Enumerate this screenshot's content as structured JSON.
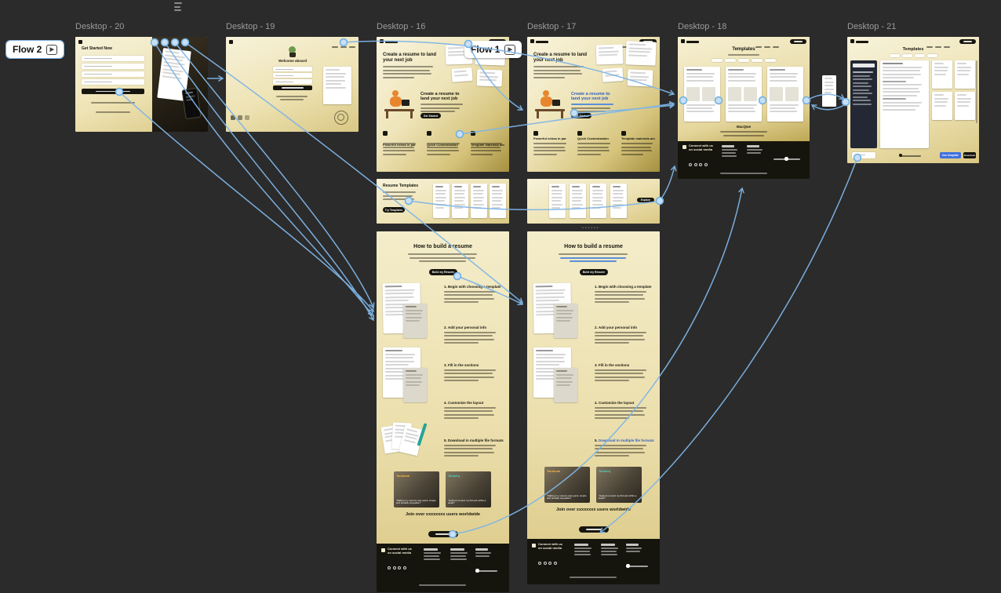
{
  "canvas": {
    "background": "#2b2b2b",
    "connector_color": "#7fb5e6"
  },
  "flow_badges": {
    "flow1": "Flow 1",
    "flow2": "Flow 2"
  },
  "frame_labels": {
    "d20": "Desktop - 20",
    "d19": "Desktop - 19",
    "d16": "Desktop - 16",
    "d17": "Desktop - 17",
    "d18": "Desktop - 18",
    "d21": "Desktop - 21"
  },
  "d20": {
    "title": "Get Started Now"
  },
  "d19": {
    "title": "Welcome aboard"
  },
  "site": {
    "hero_title": "Create a resume to land your next job",
    "hero_cta": "Get Started",
    "features": [
      {
        "title": "Powerful extras in par"
      },
      {
        "title": "Quick Customization"
      },
      {
        "title": "Template materials am"
      }
    ],
    "templates_title": "Resume Templates",
    "templates_cta": "Try Templates",
    "templates_cta2": "Explore",
    "how_title": "How to build a resume",
    "how_cta": "Build my Resume",
    "steps": [
      {
        "num": "1.",
        "title": "Begin with choosing a template"
      },
      {
        "num": "2.",
        "title": "Add your personal info"
      },
      {
        "num": "3.",
        "title": "Fill in the sections"
      },
      {
        "num": "4.",
        "title": "Customize the layout"
      },
      {
        "num": "5.",
        "title": "Download in multiple file formats"
      }
    ],
    "testimonials": [
      {
        "name": "Tanishak",
        "quote": "“Making my resume was quick, simple and actually enjoyable!”"
      },
      {
        "name": "Tanishq",
        "quote": "“Helped me land my first job within a week!”"
      }
    ],
    "join_title": "Join over xxxxxxxx users worldwide",
    "footer_connect": "Connect with us on social media"
  },
  "d18": {
    "title": "Templates",
    "caption": "MacQwe"
  },
  "d21": {
    "title": "Templates",
    "use_button": "Use template",
    "download_button": "Download"
  }
}
